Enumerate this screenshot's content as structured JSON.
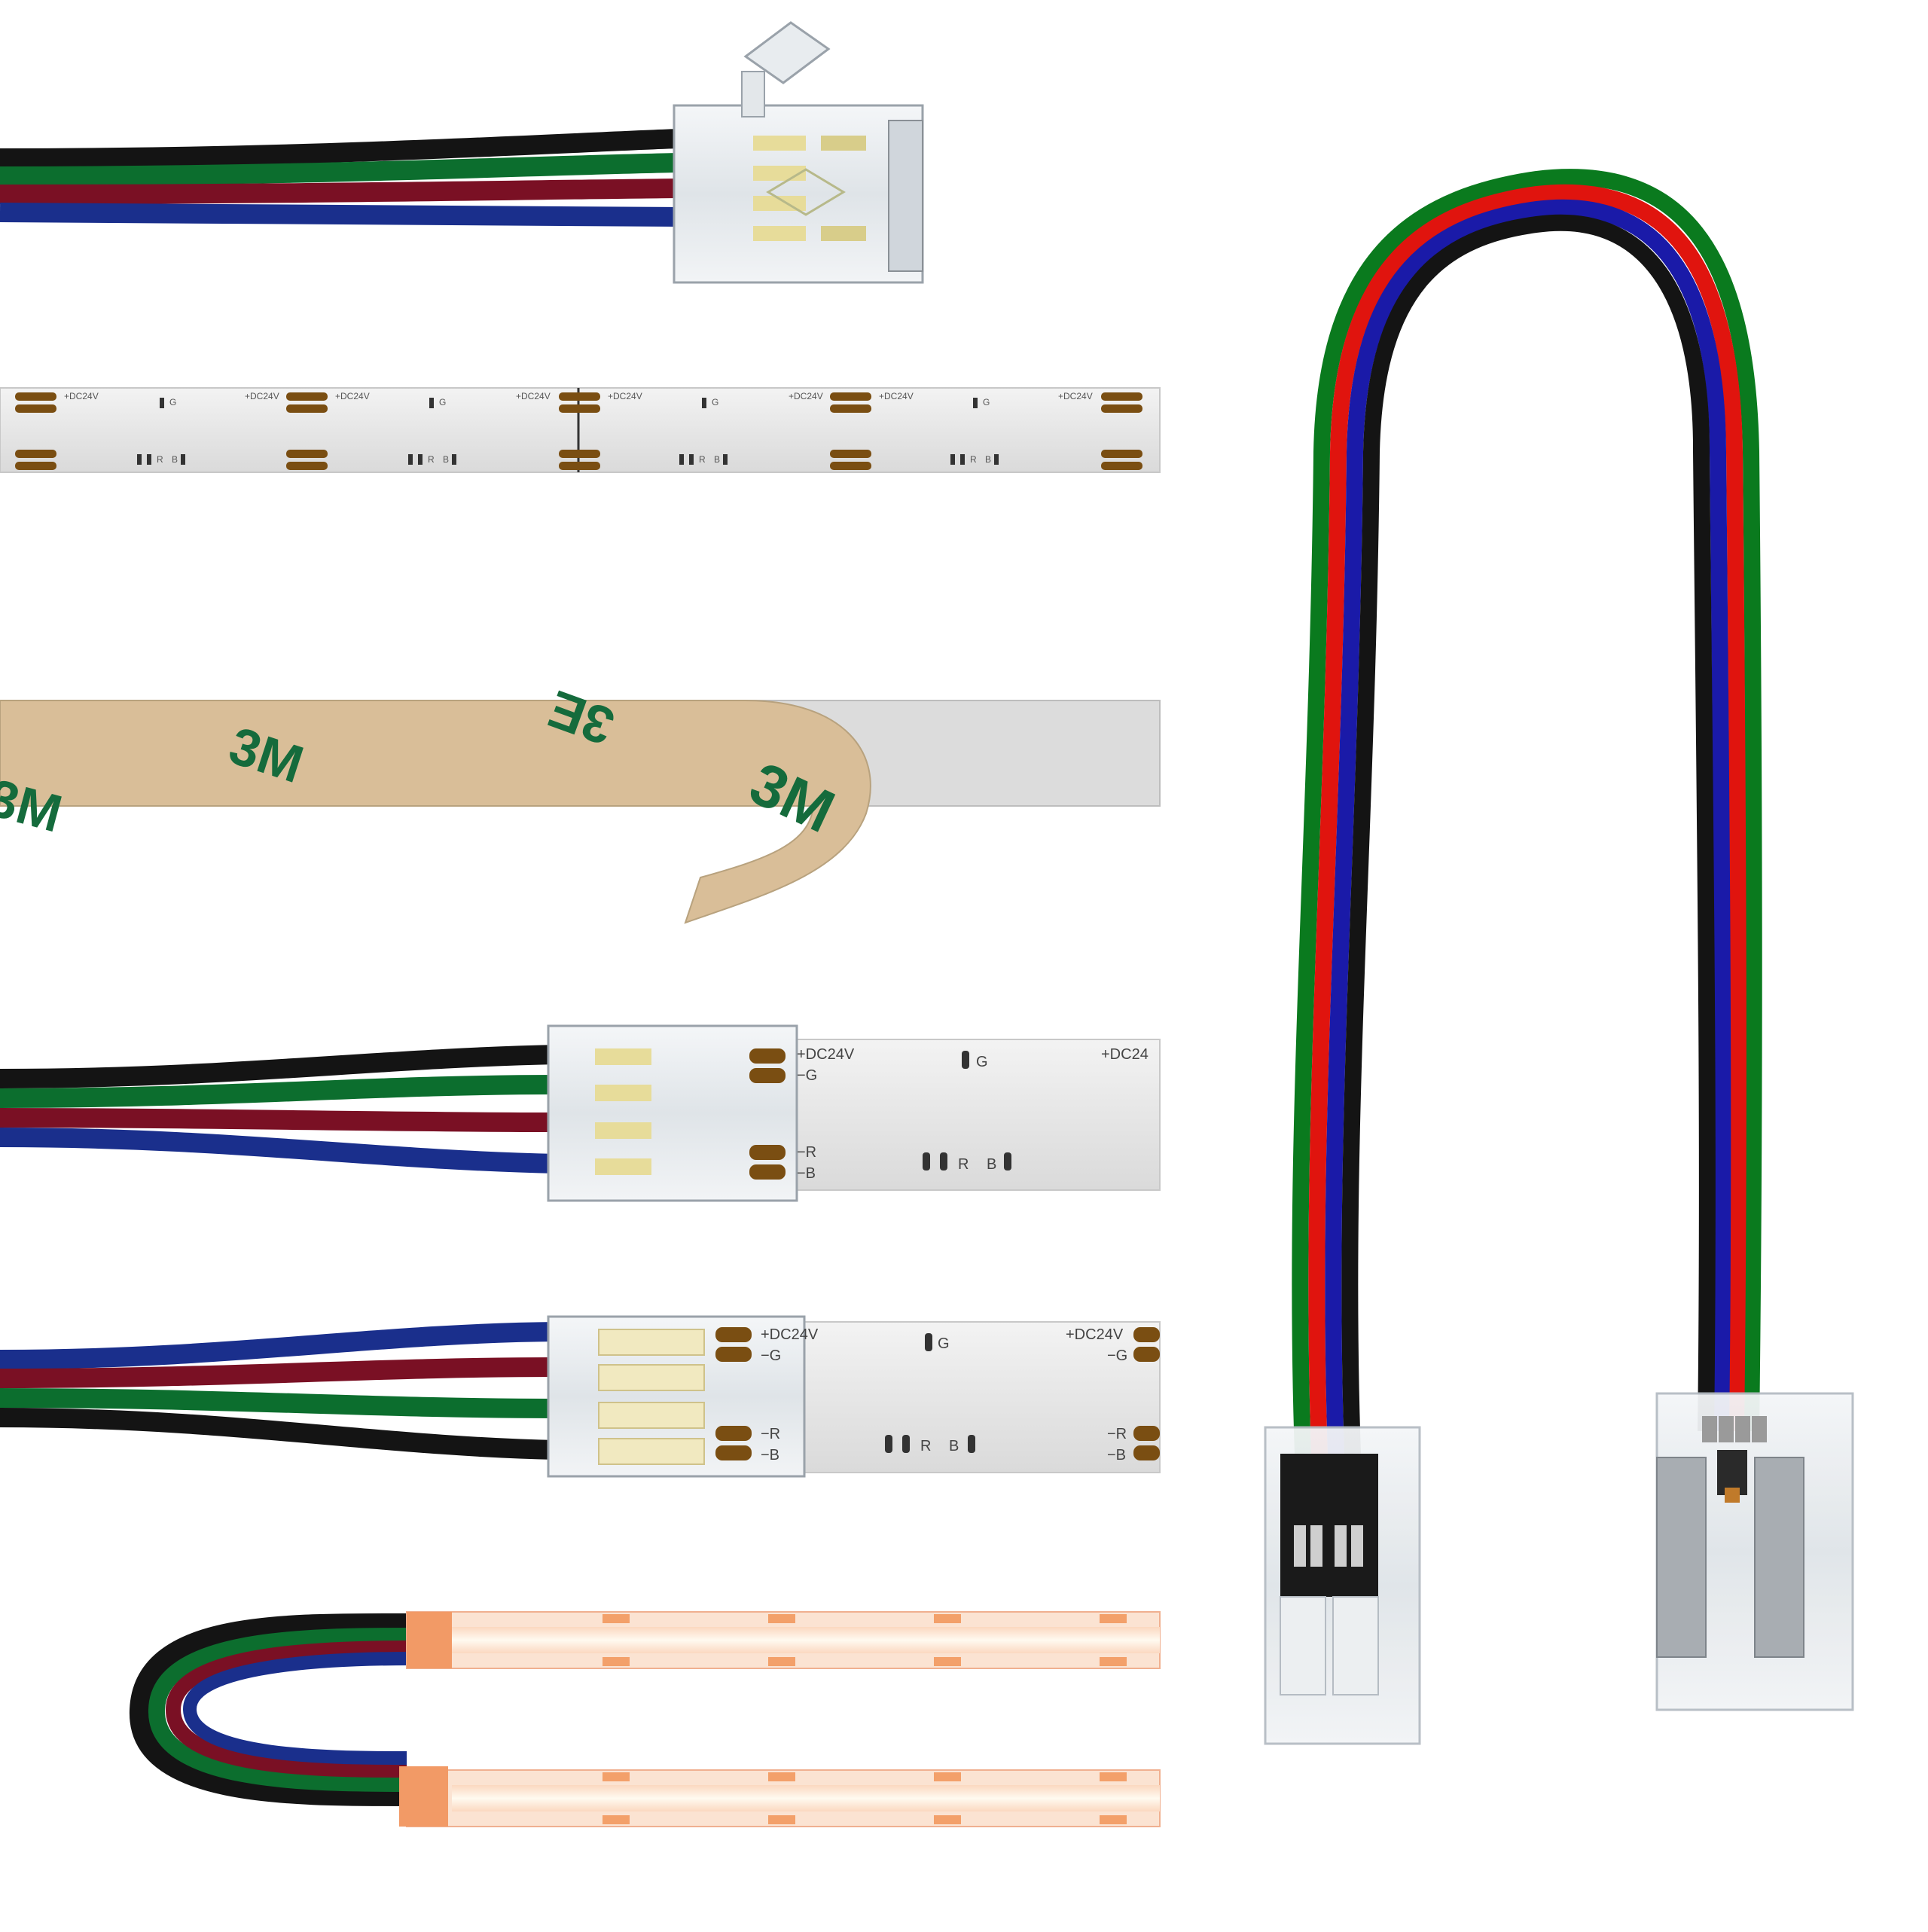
{
  "labels": {
    "plus_dc24v": "+DC24V",
    "dc24_partial": "+DC24",
    "minus_g": "−G",
    "minus_r": "−R",
    "minus_b": "−B",
    "g": "G",
    "r": "R",
    "b": "B",
    "tape_brand": "3M",
    "tape_code": "3E"
  },
  "colors": {
    "wire_black": "#141414",
    "wire_green": "#0c6e2e",
    "wire_red": "#7a1024",
    "wire_blue": "#1a2f8c",
    "bright_green": "#0a7a1e",
    "bright_red": "#e0140e",
    "bright_blue": "#1a1aa8",
    "strip_white": "#e9e9e9",
    "pad_gold": "#7a4e12",
    "adhesive_tan": "#d9be98",
    "logo_green": "#156b3c",
    "led_orange": "#f3a06a",
    "led_glow": "#fff2dc"
  },
  "icons": {
    "connector_clip": "clear-clip-connector-icon",
    "rgb_wire": "four-wire-rgb-cable-icon",
    "cob_strip": "cob-led-strip-icon"
  }
}
